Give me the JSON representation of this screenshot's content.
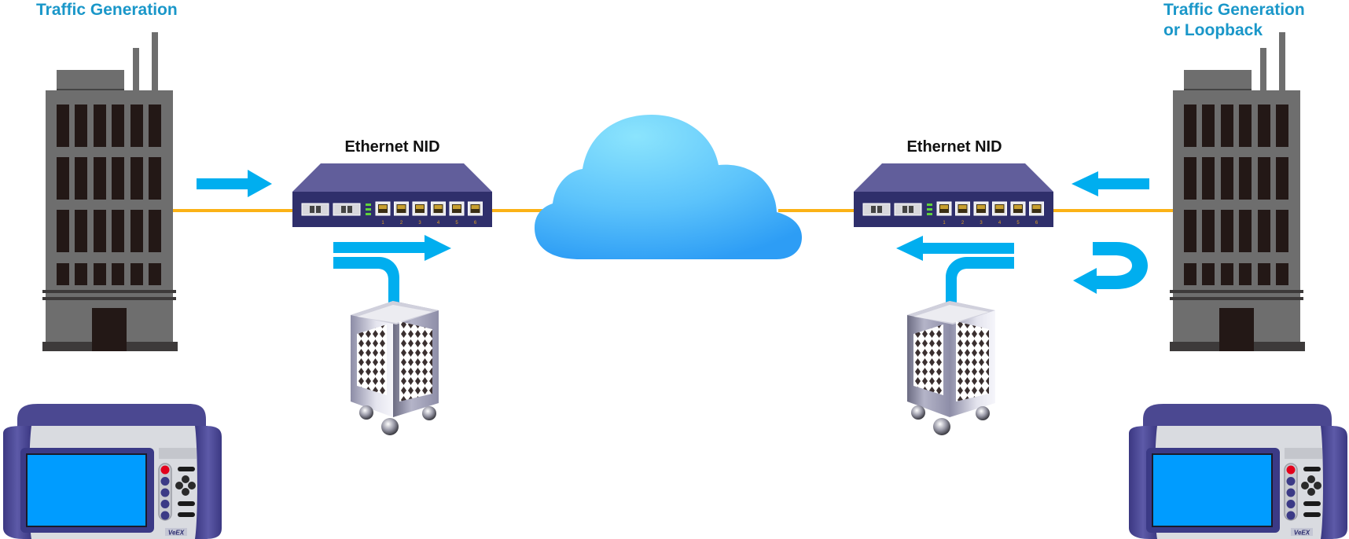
{
  "labels": {
    "left_site": "Traffic Generation",
    "right_site_line1": "Traffic Generation",
    "right_site_line2": "or Loopback",
    "left_nid": "Ethernet NID",
    "right_nid": "Ethernet NID"
  },
  "nid": {
    "port_numbers": [
      "1",
      "2",
      "3",
      "4",
      "5",
      "6"
    ]
  },
  "tester": {
    "brand": "VeEX"
  },
  "colors": {
    "title": "#1a97c9",
    "arrow": "#00aeef",
    "link": "#fbb216",
    "building": "#6e6e6e",
    "window": "#231816",
    "nid_body": "#2f2f6b",
    "nid_top": "#615e9b",
    "cloud_light": "#8be4fd",
    "cloud_dark": "#2d9df5",
    "tester_body": "#4b4891",
    "tester_screen": "#009cff"
  },
  "icons": {
    "building": "office-building-icon",
    "nid": "network-switch-icon",
    "cloud": "cloud-icon",
    "trash": "trash-bin-icon",
    "tester": "handheld-tester-icon",
    "arrow": "arrow-icon",
    "loopback": "u-turn-arrow-icon"
  }
}
